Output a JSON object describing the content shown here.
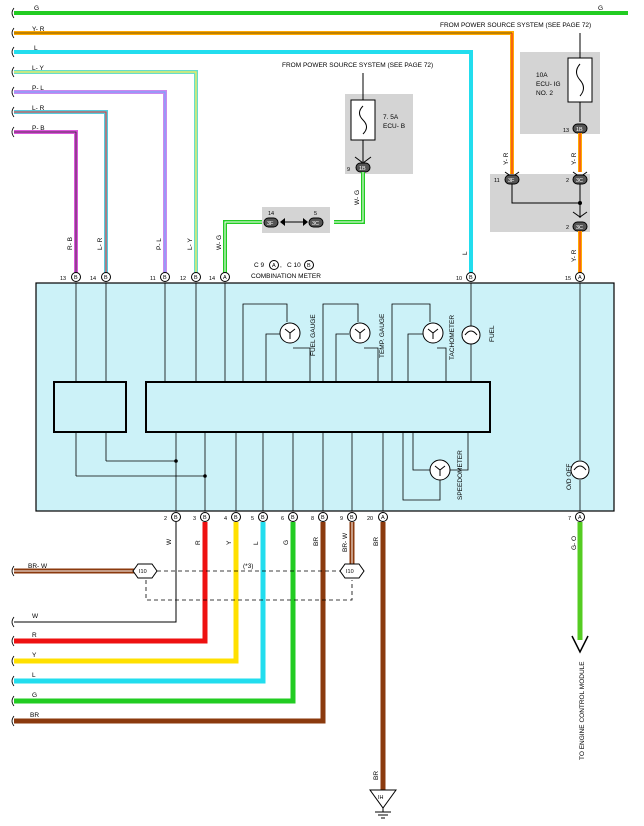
{
  "title": "COMBINATION METER",
  "connectors": {
    "c9": "C 9",
    "c10": "C 10",
    "pin_a": "A",
    "pin_b": "B"
  },
  "power_source_1": "FROM POWER SOURCE SYSTEM (SEE PAGE 72)",
  "power_source_2": "FROM POWER SOURCE SYSTEM (SEE PAGE 72)",
  "fuse_1": {
    "line1": "7. 5A",
    "line2": "ECU- B"
  },
  "fuse_2": {
    "line1": "10A",
    "line2": "ECU- IG",
    "line3": "NO. 2"
  },
  "junctions": {
    "j1": "1B",
    "j2": "1B",
    "j3": "3F",
    "j4": "3C",
    "j5": "3F",
    "j6": "3C",
    "j7": "3C"
  },
  "junction_pins": {
    "j1": "9",
    "j2": "13",
    "j3": "14",
    "j4": "5",
    "j5": "11",
    "j6": "2",
    "j7": "2"
  },
  "connectors_i": {
    "i10a": "I10",
    "i10b": "I10",
    "ground": "IH"
  },
  "note": "(*3)",
  "meter_items": {
    "fuel_gauge": "FUEL GAUGE",
    "temp_gauge": "TEMP. GAUGE",
    "tachometer": "TACHOMETER",
    "fuel": "FUEL",
    "speedometer": "SPEEDOMETER",
    "od_off": "O/D OFF"
  },
  "to_ecm": "TO ENGINE CONTROL MODULE",
  "top_wires": [
    {
      "label": "G",
      "color": "#22cc22"
    },
    {
      "label": "Y- R",
      "color": "#ffaa00"
    },
    {
      "label": "L",
      "color": "#22ddee"
    },
    {
      "label": "L- Y",
      "color": "#66ddcc"
    },
    {
      "label": "P- L",
      "color": "#cc88ee"
    },
    {
      "label": "L- R",
      "color": "#55ccdd"
    },
    {
      "label": "P- B",
      "color": "#dd55dd"
    }
  ],
  "right_g_label": "G",
  "top_pins": [
    {
      "num": "13",
      "conn": "B",
      "wire": "R- B"
    },
    {
      "num": "14",
      "conn": "B",
      "wire": "L- R"
    },
    {
      "num": "11",
      "conn": "B",
      "wire": "P- L"
    },
    {
      "num": "12",
      "conn": "B",
      "wire": "L- Y"
    },
    {
      "num": "14",
      "conn": "A",
      "wire": "W- G"
    },
    {
      "num": "10",
      "conn": "B",
      "wire": "L"
    },
    {
      "num": "15",
      "conn": "A",
      "wire": ""
    }
  ],
  "wg_label": "W- G",
  "yr_label_1": "Y- R",
  "yr_label_2": "Y- R",
  "yr_label_3": "Y- R",
  "bottom_pins": [
    {
      "num": "2",
      "conn": "B",
      "wire": "W"
    },
    {
      "num": "3",
      "conn": "B",
      "wire": "R"
    },
    {
      "num": "4",
      "conn": "B",
      "wire": "Y"
    },
    {
      "num": "5",
      "conn": "B",
      "wire": "L"
    },
    {
      "num": "6",
      "conn": "B",
      "wire": "G"
    },
    {
      "num": "8",
      "conn": "B",
      "wire": "BR"
    },
    {
      "num": "9",
      "conn": "B",
      "wire": "BR- W"
    },
    {
      "num": "20",
      "conn": "A",
      "wire": "BR"
    },
    {
      "num": "7",
      "conn": "A",
      "wire": "G- O"
    }
  ],
  "bottom_left_wires": [
    {
      "label": "BR- W",
      "color": "#8b3a0e"
    },
    {
      "label": "W",
      "color": "#ffffff"
    },
    {
      "label": "R",
      "color": "#ee1111"
    },
    {
      "label": "Y",
      "color": "#ffe000"
    },
    {
      "label": "L",
      "color": "#22ddee"
    },
    {
      "label": "G",
      "color": "#22cc22"
    },
    {
      "label": "BR",
      "color": "#8b3a0e"
    }
  ],
  "ground_wire_label": "BR"
}
